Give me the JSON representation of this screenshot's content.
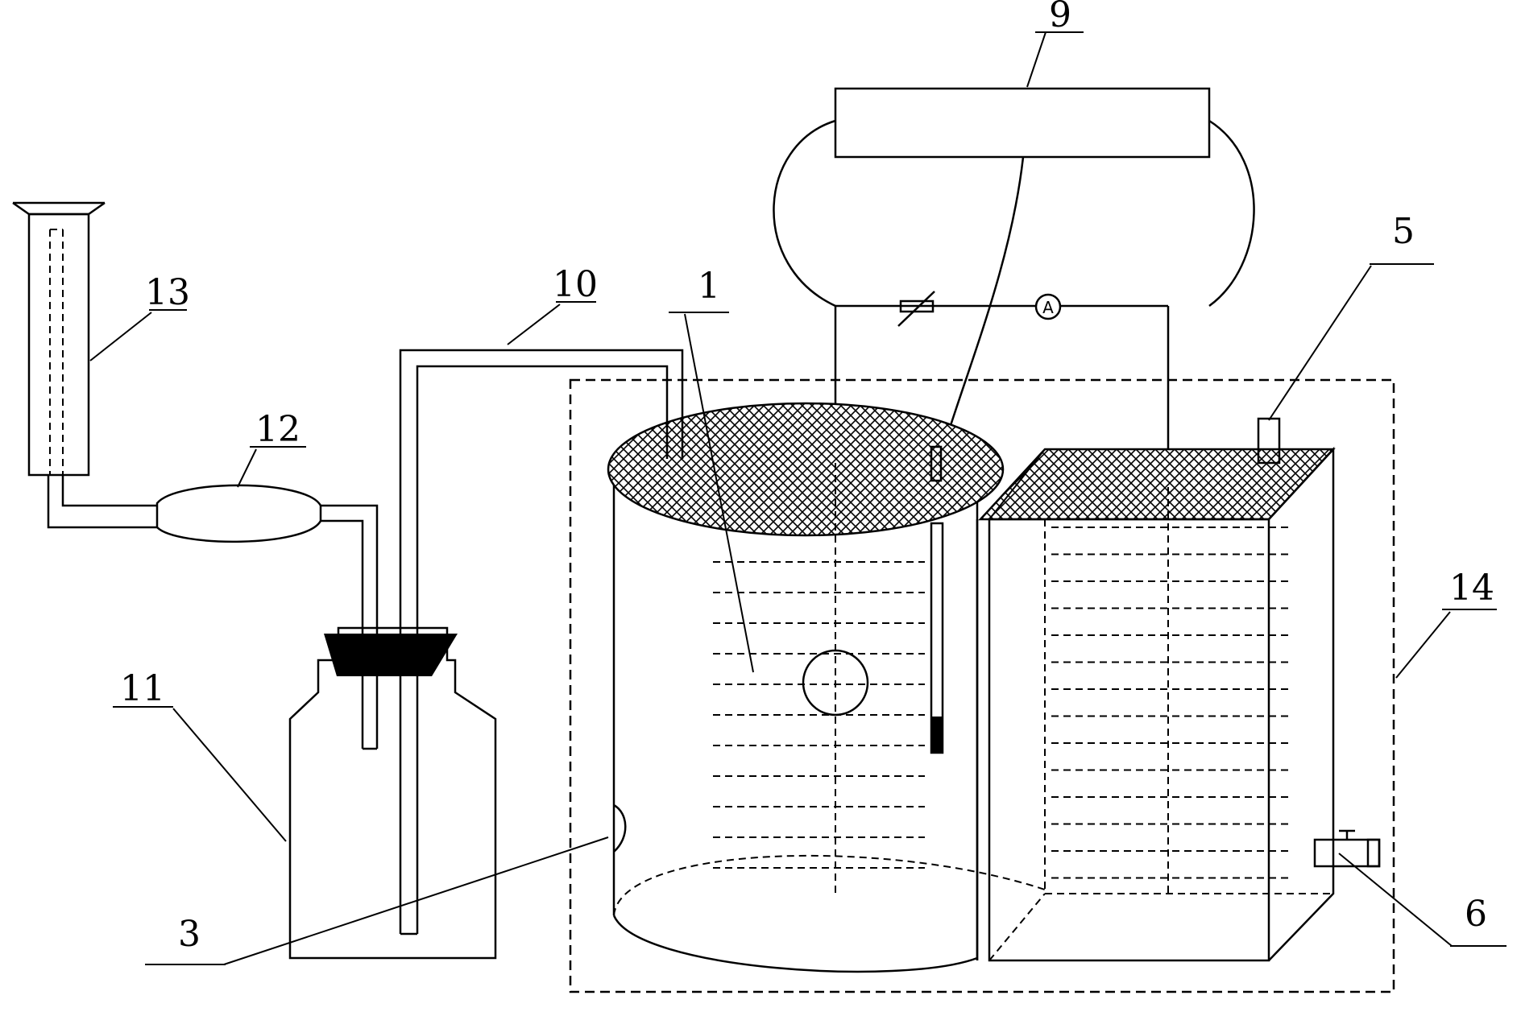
{
  "labels": {
    "l1": "1",
    "l3": "3",
    "l5": "5",
    "l6": "6",
    "l9": "9",
    "l10": "10",
    "l11": "11",
    "l12": "12",
    "l13": "13",
    "l14": "14",
    "ammeter": "A"
  },
  "colors": {
    "line": "#000000",
    "background": "#ffffff"
  }
}
